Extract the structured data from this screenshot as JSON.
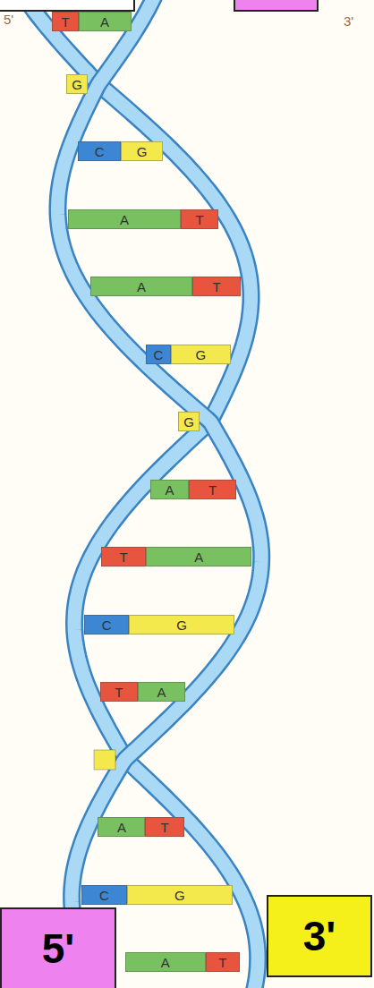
{
  "diagram": {
    "nodes": [
      {
        "text": [
          "T"
        ]
      },
      {
        "text": [
          "A"
        ]
      },
      {
        "text": [
          "G"
        ]
      },
      {
        "text": [
          "C"
        ]
      },
      {
        "text": [
          "G"
        ]
      },
      {
        "text": [
          "A"
        ]
      },
      {
        "text": [
          "T"
        ]
      },
      {
        "text": [
          "A"
        ]
      },
      {
        "text": [
          "T"
        ]
      },
      {
        "text": [
          "C"
        ]
      },
      {
        "text": [
          "G"
        ]
      },
      {
        "text": [
          "G"
        ]
      },
      {
        "text": [
          "A"
        ]
      },
      {
        "text": [
          "T"
        ]
      },
      {
        "text": [
          "T"
        ]
      },
      {
        "text": [
          "A"
        ]
      },
      {
        "text": [
          "C"
        ]
      },
      {
        "text": [
          "G"
        ]
      },
      {
        "text": [
          "T"
        ]
      },
      {
        "text": [
          "A"
        ]
      },
      {
        "text": [
          "A"
        ]
      },
      {
        "text": [
          "T"
        ]
      },
      {
        "text": [
          "C"
        ]
      },
      {
        "text": [
          "G"
        ]
      },
      {
        "text": [
          "A"
        ]
      },
      {
        "text": [
          "T"
        ]
      },
      {
        "text": [
          "5'"
        ]
      },
      {
        "text": [
          "3'"
        ]
      }
    ],
    "labels": [
      "5'",
      "3'"
    ]
  }
}
